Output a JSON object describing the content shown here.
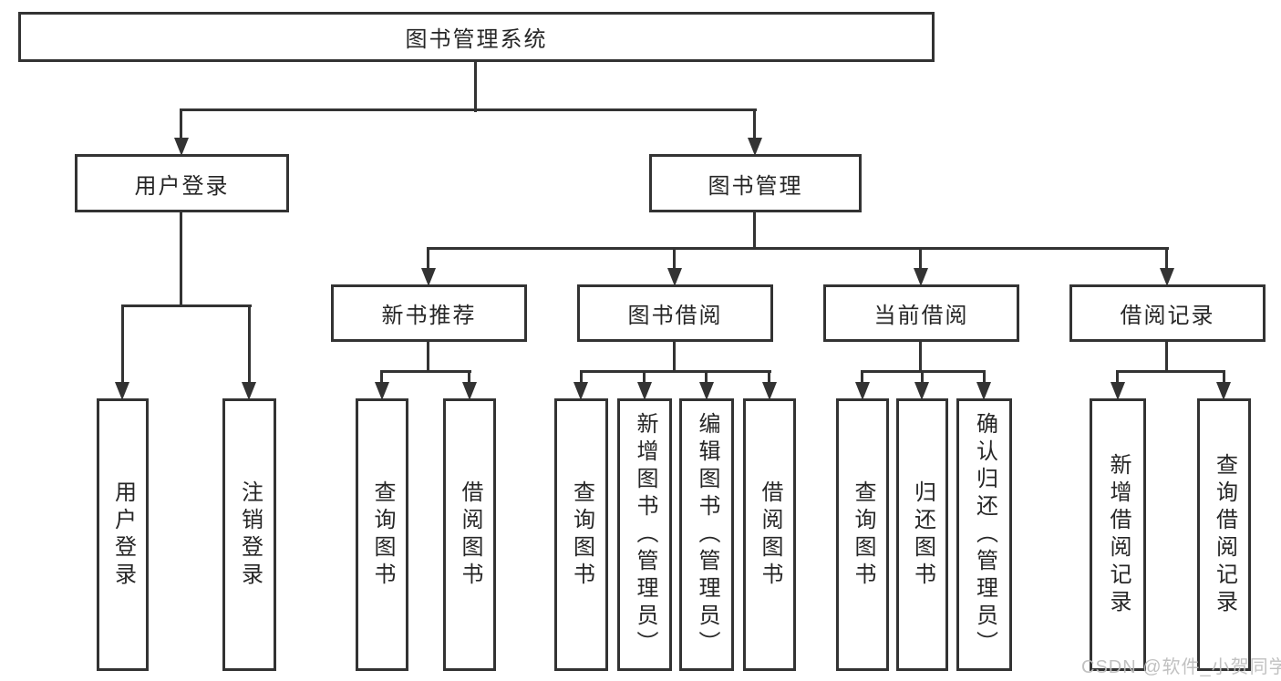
{
  "tree": {
    "root": "图书管理系统",
    "branches": [
      {
        "label": "用户登录",
        "leaves": [
          "用户登录",
          "注销登录"
        ]
      },
      {
        "label": "图书管理",
        "groups": [
          {
            "label": "新书推荐",
            "leaves": [
              "查询图书",
              "借阅图书"
            ]
          },
          {
            "label": "图书借阅",
            "leaves": [
              "查询图书",
              "新增图书（管理员）",
              "编辑图书（管理员）",
              "借阅图书"
            ]
          },
          {
            "label": "当前借阅",
            "leaves": [
              "查询图书",
              "归还图书",
              "确认归还（管理员）"
            ]
          },
          {
            "label": "借阅记录",
            "leaves": [
              "新增借阅记录",
              "查询借阅记录"
            ]
          }
        ]
      }
    ]
  },
  "watermark": "CSDN @软件_小贺同学",
  "colors": {
    "line": "#333333",
    "text": "#262626",
    "watermark": "#bcbcbc",
    "background": "#ffffff"
  }
}
